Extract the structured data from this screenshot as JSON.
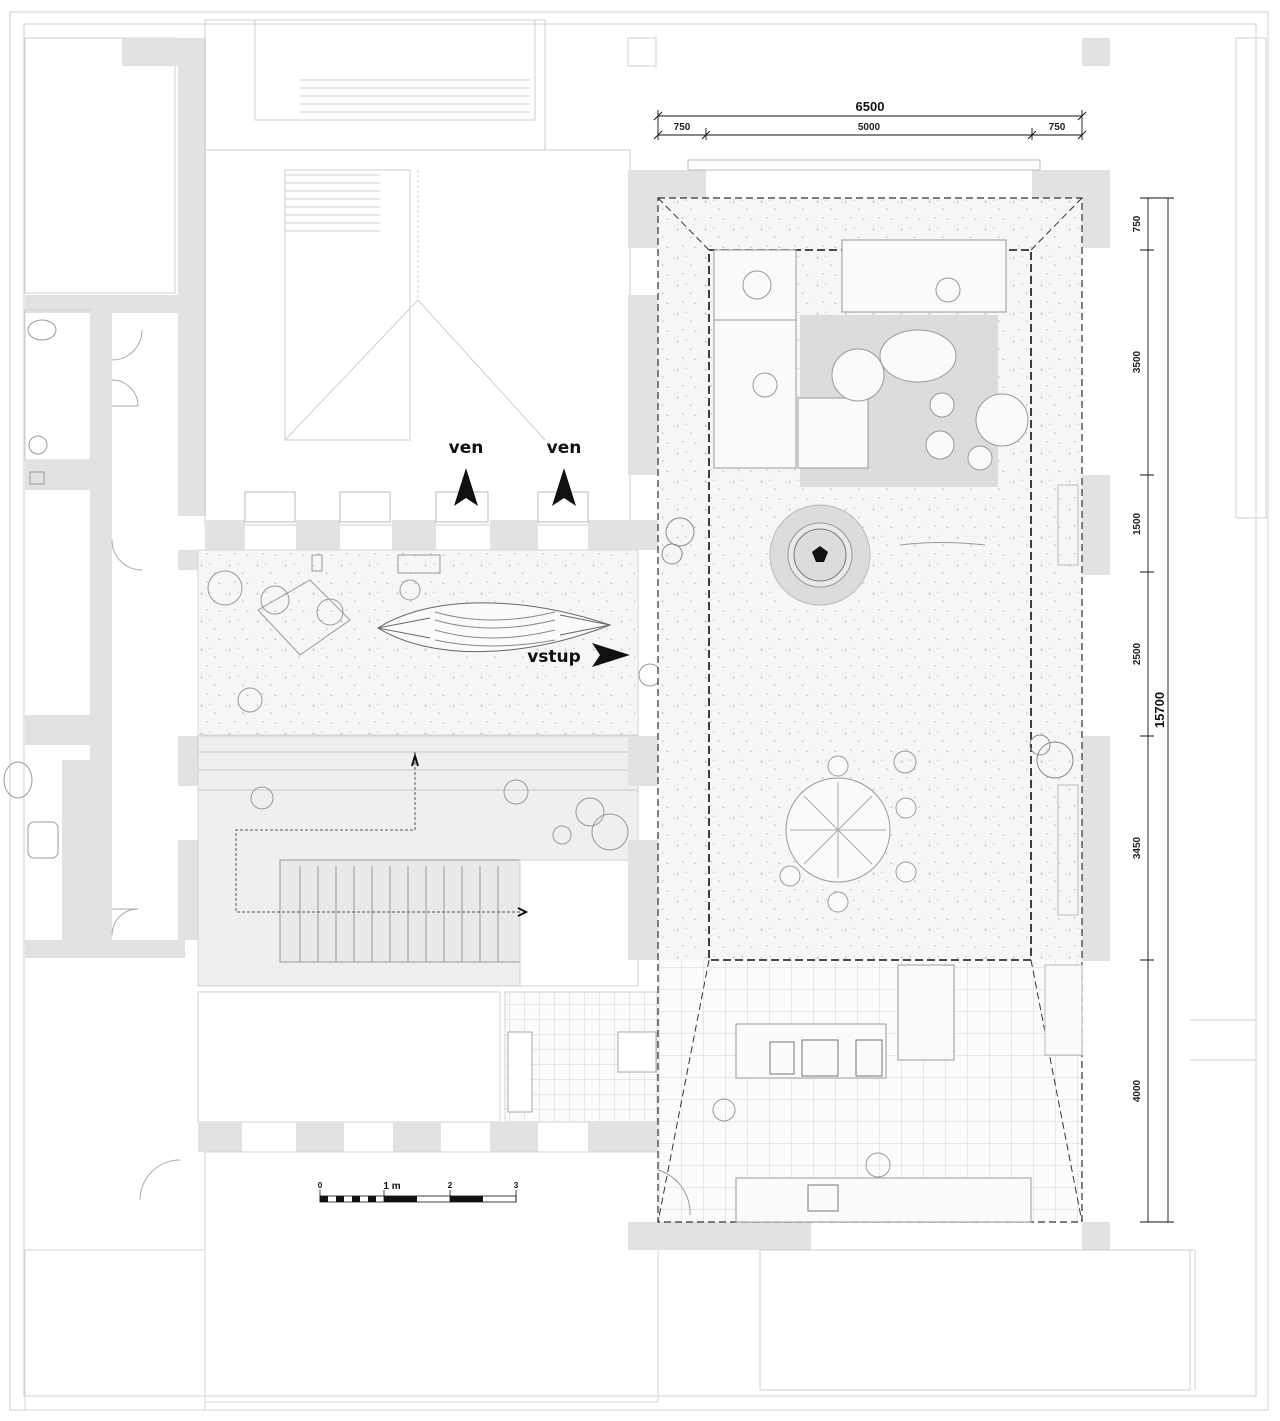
{
  "labels": {
    "exit_left": "ven",
    "exit_right": "ven",
    "entrance": "vstup"
  },
  "dimensions": {
    "total_width": "6500",
    "left_margin": "750",
    "inner_width": "5000",
    "right_margin": "750",
    "total_length": "15700",
    "segments": [
      "750",
      "3500",
      "1500",
      "2500",
      "3450",
      "4000"
    ]
  },
  "scale_bar": {
    "zero": "0",
    "one": "1 m",
    "two": "2",
    "three": "3"
  },
  "colors": {
    "wall": "#e2e2e2",
    "line": "#bdbdbd",
    "dark": "#111111",
    "rug": "#dcdcdc"
  }
}
